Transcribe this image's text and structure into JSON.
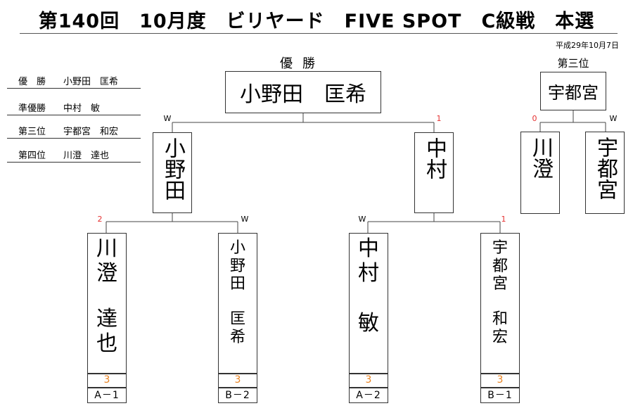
{
  "header": {
    "title": "第140回　10月度　ビリヤード　FIVE SPOT　C級戦　本選",
    "date": "平成29年10月7日"
  },
  "summary": [
    {
      "rank": "優　勝",
      "name": "小野田　匡希"
    },
    {
      "rank": "準優勝",
      "name": "中村　敏"
    },
    {
      "rank": "第三位",
      "name": "宇都宮　和宏"
    },
    {
      "rank": "第四位",
      "name": "川澄　達也"
    }
  ],
  "final": {
    "label": "優勝",
    "winner": "小野田　匡希",
    "left": {
      "name": "小野田",
      "score": "W"
    },
    "right": {
      "name": "中村",
      "score": "1"
    }
  },
  "semis": {
    "left": {
      "top": {
        "name": "川澄",
        "score": "2",
        "full_name": [
          "川",
          "澄",
          "",
          "達",
          "也"
        ],
        "cell_score": "3",
        "block": "A－1"
      },
      "bottom": {
        "name": "小野田",
        "score": "W",
        "full_name": [
          "小",
          "野",
          "田",
          "",
          "匡",
          "希"
        ],
        "cell_score": "3",
        "block": "B－2"
      }
    },
    "right": {
      "top": {
        "name": "中村",
        "score": "W",
        "full_name": [
          "中",
          "村",
          "",
          "敏"
        ],
        "cell_score": "3",
        "block": "A－2"
      },
      "bottom": {
        "name": "宇都宮",
        "score": "1",
        "full_name": [
          "宇",
          "都",
          "宮",
          "",
          "和",
          "宏"
        ],
        "cell_score": "3",
        "block": "B－1"
      }
    }
  },
  "third_place": {
    "label": "第三位",
    "winner": "宇都宮",
    "left": {
      "name": "川澄",
      "score": "0"
    },
    "right": {
      "name": "宇都宮",
      "score": "W"
    }
  }
}
